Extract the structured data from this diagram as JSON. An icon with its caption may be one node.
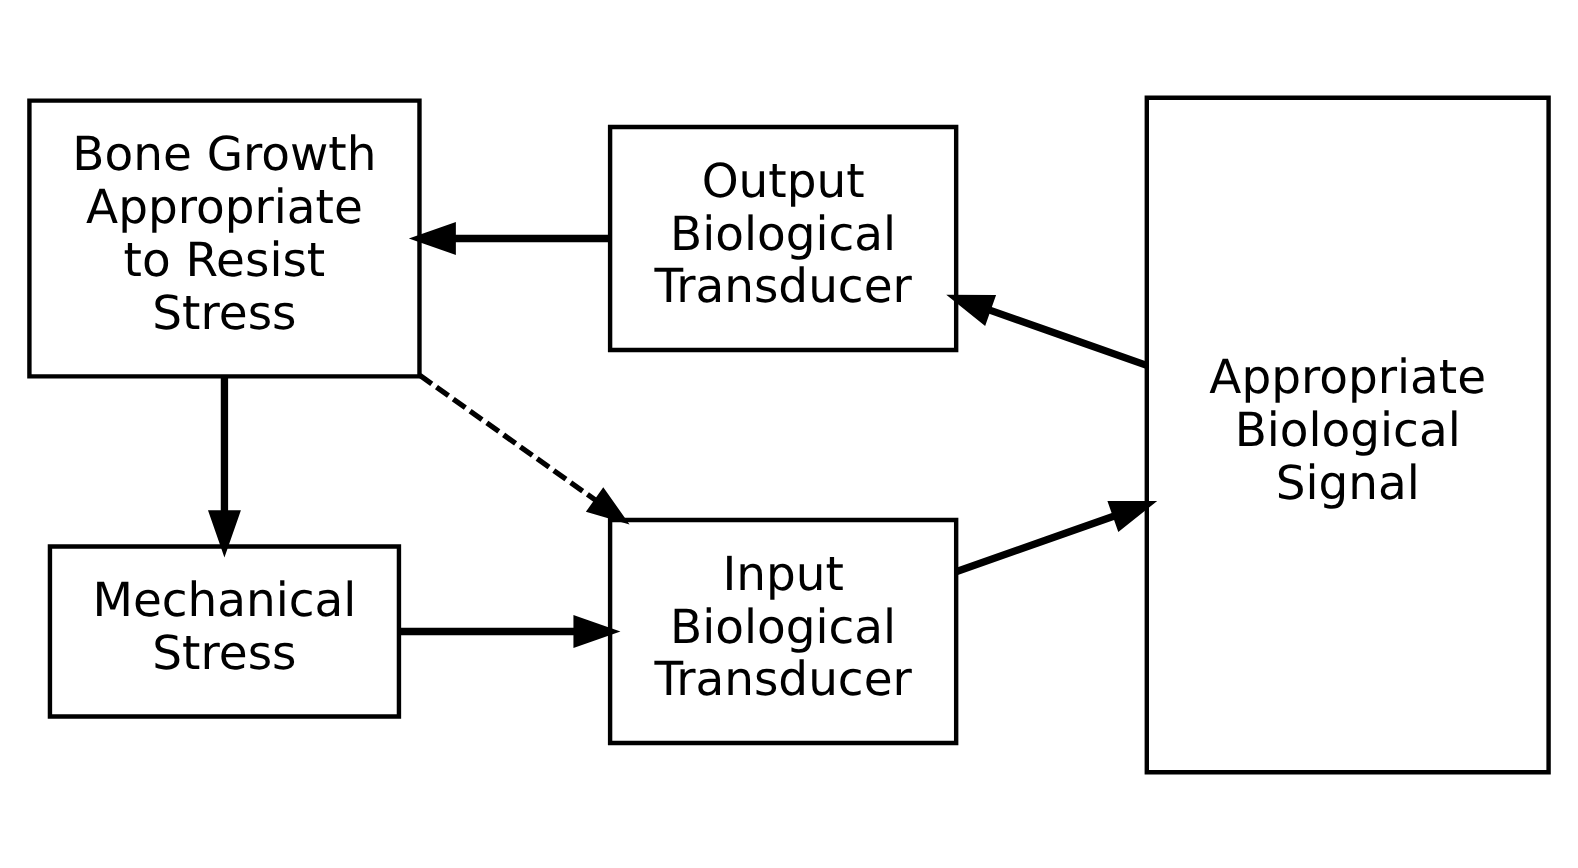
{
  "diagram": {
    "nodes": [
      {
        "text": [
          "Mechanical Stress"
        ]
      },
      {
        "text": [
          "Input Biological Transducer"
        ]
      },
      {
        "text": [
          "Appropriate Biological Signal"
        ]
      },
      {
        "text": [
          "Bone Growth Appropriate to Resist Stress"
        ]
      },
      {
        "text": [
          "Output Biological Transducer"
        ]
      }
    ],
    "edges": [
      {
        "from": 0,
        "to": 1,
        "arrow": "to"
      },
      {
        "from": 1,
        "to": 2,
        "arrow": "to"
      },
      {
        "from": 2,
        "to": 4,
        "arrow": "to"
      },
      {
        "from": 4,
        "to": 3,
        "arrow": "to"
      },
      {
        "from": 3,
        "to": 0,
        "arrow": "to"
      },
      {
        "from": 3,
        "to": 1,
        "arrow": "to",
        "style": "dashed"
      }
    ]
  }
}
